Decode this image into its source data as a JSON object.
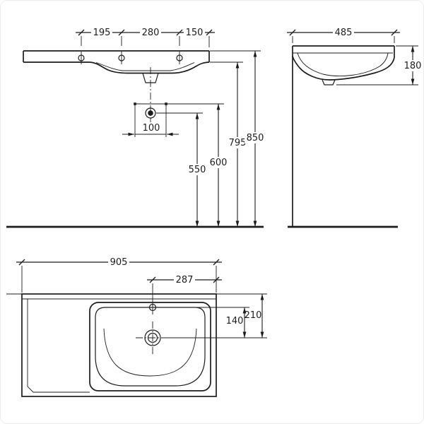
{
  "drawing": {
    "front_view": {
      "tap_dims": [
        "195",
        "280",
        "150"
      ],
      "drain_offset_dim": "100",
      "height_dims": [
        "550",
        "600",
        "795",
        "850"
      ]
    },
    "side_view": {
      "depth_dim": "485",
      "basin_height_dim": "180"
    },
    "plan_view": {
      "width_dim": "905",
      "tap_to_edge_dim": "287",
      "tap_to_drain_dim": "140",
      "front_edge_to_drain_dim": "210"
    },
    "colors": {
      "line": "#1c1c1c",
      "background": "#ffffff"
    }
  }
}
